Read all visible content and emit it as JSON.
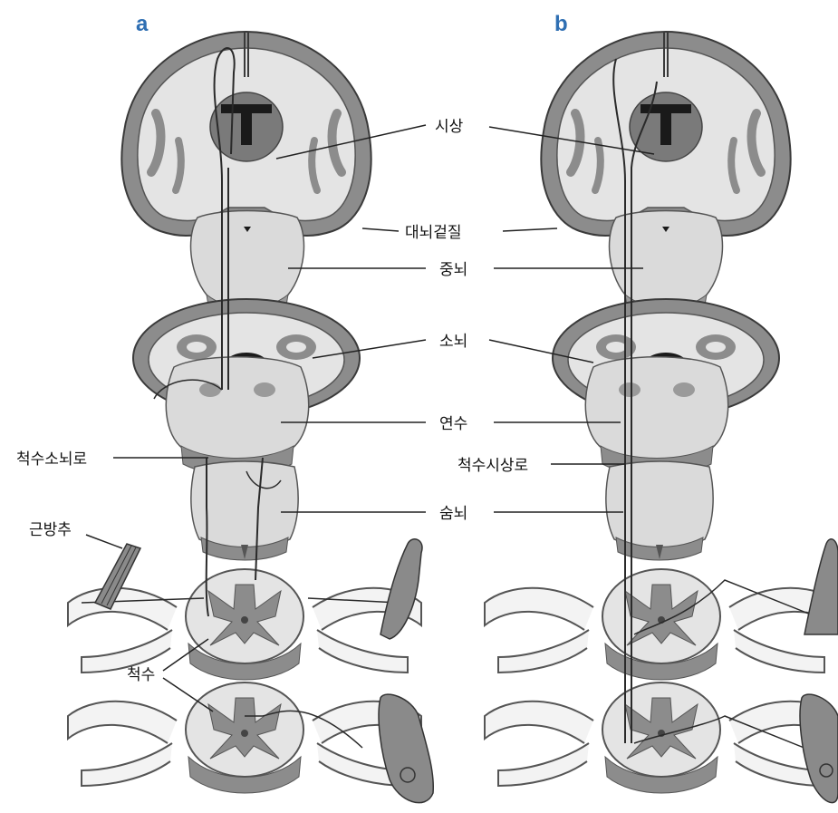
{
  "panels": {
    "a": "a",
    "b": "b"
  },
  "labels": {
    "thalamus": "시상",
    "cerebral_cortex": "대뇌겉질",
    "midbrain": "중뇌",
    "cerebellum": "소뇌",
    "medulla": "연수",
    "spinocerebellar_tract": "척수소뇌로",
    "spinothalamic_tract": "척수시상로",
    "pons_or_lower": "숨뇌",
    "muscle_spindle": "근방추",
    "spinal_cord": "척수"
  },
  "colors": {
    "panel_letter": "#2f6fb3",
    "outer_tissue": "#8c8c8c",
    "inner_tissue": "#e4e4e4",
    "dark_matter": "#5a5a5a",
    "ventricle": "#1a1a1a",
    "pathway": "#2a2a2a",
    "leader_line": "#222222"
  }
}
